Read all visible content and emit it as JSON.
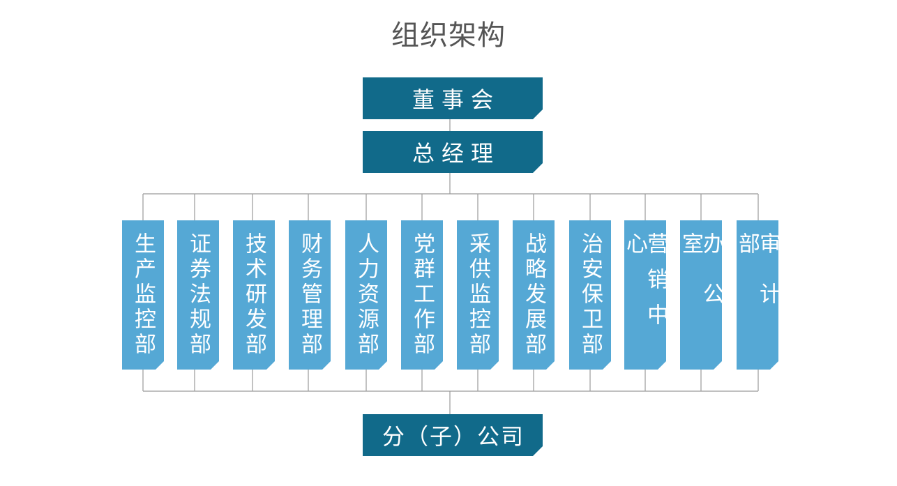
{
  "title": "组织架构",
  "top_boxes": {
    "board": "董事会",
    "gm": "总经理",
    "sub": "分（子）公司"
  },
  "departments": [
    {
      "label": "生产监控部"
    },
    {
      "label": "证券法规部"
    },
    {
      "label": "技术研发部"
    },
    {
      "label": "财务管理部"
    },
    {
      "label": "人力资源部"
    },
    {
      "label": "党群工作部"
    },
    {
      "label": "采供监控部"
    },
    {
      "label": "战略发展部"
    },
    {
      "label": "治安保卫部"
    },
    {
      "label": "营销中心"
    },
    {
      "label": "办公室"
    },
    {
      "label": "审计部"
    }
  ],
  "colors": {
    "main_box": "#116a8a",
    "department_box": "#55a8d5",
    "connector": "#9a9a9a",
    "title": "#555555"
  }
}
